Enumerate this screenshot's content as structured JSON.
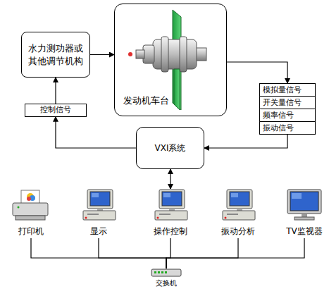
{
  "diagram": {
    "nodes": [
      {
        "text": [
          "水力测功器或其他调节机构"
        ]
      },
      {
        "text": [
          "发动机车台"
        ]
      },
      {
        "text": [
          "模拟量信号",
          "开关量信号",
          "频率信号",
          "振动信号"
        ]
      },
      {
        "text": [
          "控制信号"
        ]
      },
      {
        "text": [
          "VXI系统"
        ]
      },
      {
        "text": [
          "打印机"
        ]
      },
      {
        "text": [
          "显示"
        ]
      },
      {
        "text": [
          "操作控制"
        ]
      },
      {
        "text": [
          "振动分析"
        ]
      },
      {
        "text": [
          "TV监视器"
        ]
      },
      {
        "text": [
          "交换机"
        ]
      }
    ],
    "edges": [
      {
        "from": 0,
        "to": 1,
        "arrow": "to"
      },
      {
        "from": 1,
        "to": 2,
        "arrow": "to"
      },
      {
        "from": 2,
        "to": 4,
        "arrow": "to"
      },
      {
        "from": 4,
        "to": 3,
        "arrow": "to"
      },
      {
        "from": 3,
        "to": 0,
        "arrow": "to"
      },
      {
        "from": 4,
        "to": 7,
        "arrow": "both"
      },
      {
        "from": 5,
        "to": 10,
        "arrow": "none"
      },
      {
        "from": 6,
        "to": 10,
        "arrow": "none"
      },
      {
        "from": 7,
        "to": 10,
        "arrow": "none"
      },
      {
        "from": 8,
        "to": 10,
        "arrow": "none"
      },
      {
        "from": 9,
        "to": 10,
        "arrow": "none"
      }
    ]
  }
}
